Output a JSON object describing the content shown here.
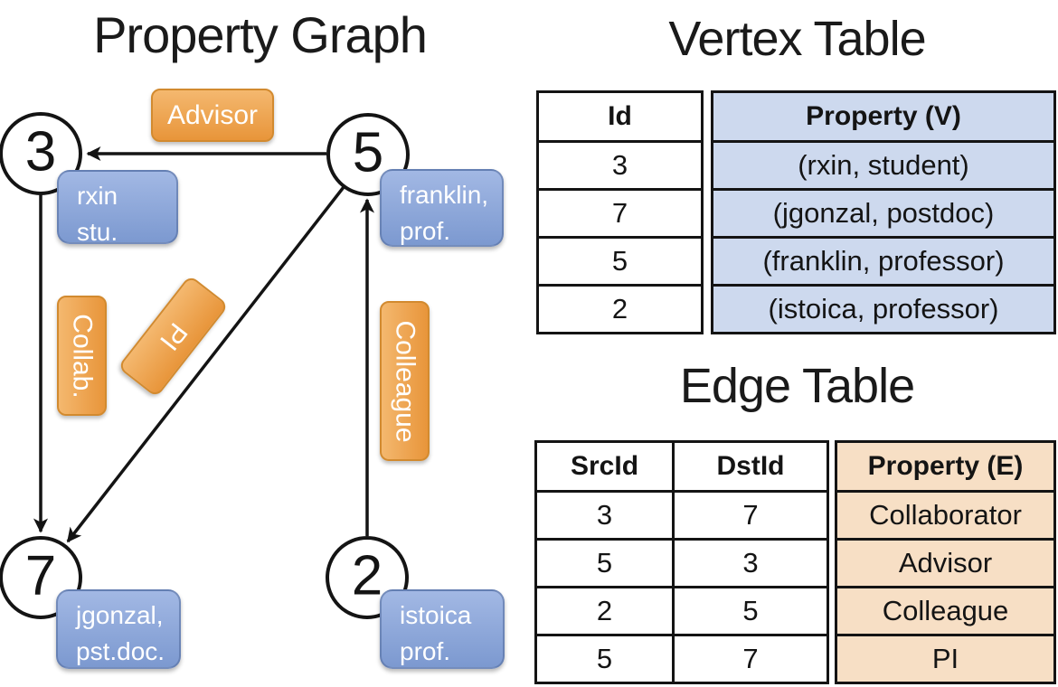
{
  "panel_titles": {
    "graph": "Property Graph",
    "vertex_table": "Vertex Table",
    "edge_table": "Edge Table"
  },
  "graph": {
    "nodes": [
      {
        "id": "3",
        "property_lines": [
          "rxin",
          "stu."
        ]
      },
      {
        "id": "5",
        "property_lines": [
          "franklin,",
          "prof."
        ]
      },
      {
        "id": "7",
        "property_lines": [
          "jgonzal,",
          "pst.doc."
        ]
      },
      {
        "id": "2",
        "property_lines": [
          "istoica",
          "prof."
        ]
      }
    ],
    "edges": [
      {
        "src": "5",
        "dst": "3",
        "label": "Advisor"
      },
      {
        "src": "3",
        "dst": "7",
        "label": "Collab."
      },
      {
        "src": "5",
        "dst": "7",
        "label": "PI"
      },
      {
        "src": "2",
        "dst": "5",
        "label": "Colleague"
      }
    ]
  },
  "vertex_table": {
    "headers": [
      "Id",
      "Property (V)"
    ],
    "rows": [
      [
        "3",
        "(rxin, student)"
      ],
      [
        "7",
        "(jgonzal, postdoc)"
      ],
      [
        "5",
        "(franklin, professor)"
      ],
      [
        "2",
        "(istoica, professor)"
      ]
    ]
  },
  "edge_table": {
    "headers": [
      "SrcId",
      "DstId",
      "Property (E)"
    ],
    "rows": [
      [
        "3",
        "7",
        "Collaborator"
      ],
      [
        "5",
        "3",
        "Advisor"
      ],
      [
        "2",
        "5",
        "Colleague"
      ],
      [
        "5",
        "7",
        "PI"
      ]
    ]
  },
  "colors": {
    "edge_label_fill_top": "#F4B86F",
    "edge_label_fill_bottom": "#E8953A",
    "edge_label_border": "#D28A2F",
    "vertex_label_fill_top": "#A2B8E4",
    "vertex_label_fill_bottom": "#7C99D0",
    "vertex_property_cell": "#CDD9EE",
    "edge_property_cell": "#F7DFC5",
    "label_text": "#FFFFFF",
    "line": "#141414"
  }
}
